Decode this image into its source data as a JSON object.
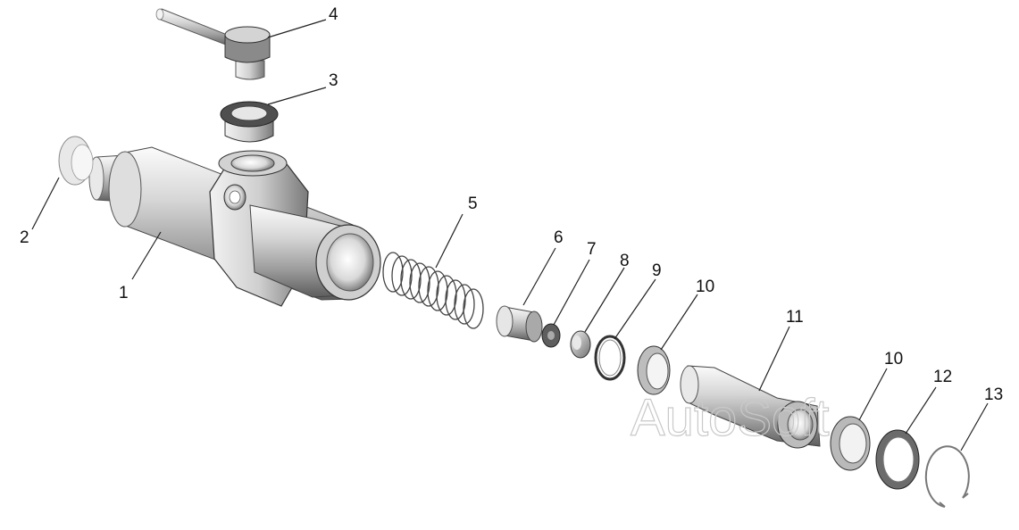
{
  "callouts": [
    {
      "id": "1",
      "label": "1"
    },
    {
      "id": "2",
      "label": "2"
    },
    {
      "id": "3",
      "label": "3"
    },
    {
      "id": "4",
      "label": "4"
    },
    {
      "id": "5",
      "label": "5"
    },
    {
      "id": "6",
      "label": "6"
    },
    {
      "id": "7",
      "label": "7"
    },
    {
      "id": "8",
      "label": "8"
    },
    {
      "id": "9",
      "label": "9"
    },
    {
      "id": "10a",
      "label": "10"
    },
    {
      "id": "11",
      "label": "11"
    },
    {
      "id": "10b",
      "label": "10"
    },
    {
      "id": "12",
      "label": "12"
    },
    {
      "id": "13",
      "label": "13"
    }
  ],
  "watermark": "AutoSoft"
}
